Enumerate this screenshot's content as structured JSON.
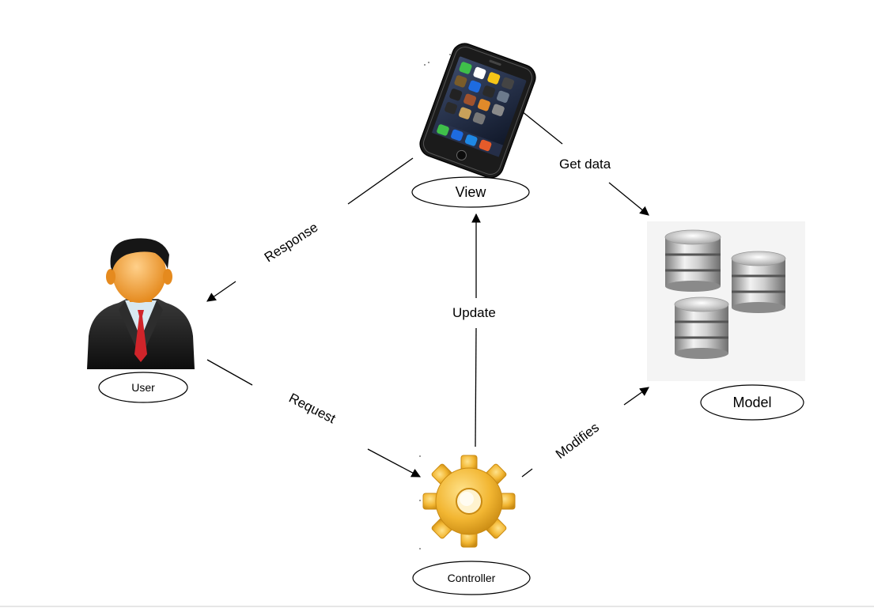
{
  "nodes": {
    "view": {
      "label": "View",
      "icon": "smartphone-icon"
    },
    "user": {
      "label": "User",
      "icon": "businessman-icon"
    },
    "model": {
      "label": "Model",
      "icon": "database-icon"
    },
    "controller": {
      "label": "Controller",
      "icon": "gear-icon"
    }
  },
  "edges": {
    "response": {
      "label": "Response",
      "from": "View",
      "to": "User"
    },
    "get_data": {
      "label": "Get data",
      "from": "View",
      "to": "Model"
    },
    "update": {
      "label": "Update",
      "from": "Controller",
      "to": "View"
    },
    "request": {
      "label": "Request",
      "from": "User",
      "to": "Controller"
    },
    "modifies": {
      "label": "Modifies",
      "from": "Controller",
      "to": "Model"
    }
  },
  "colors": {
    "line": "#000000",
    "gear": "#f2b632",
    "gear_dark": "#c98a12",
    "suit": "#1a1a1a",
    "skin": "#f4a63a",
    "tie": "#d0242a",
    "shirt": "#d8e8f0",
    "database_silver": "#b8b8b8",
    "phone_body": "#1b1b1b",
    "model_bg": "#f4f4f4"
  }
}
